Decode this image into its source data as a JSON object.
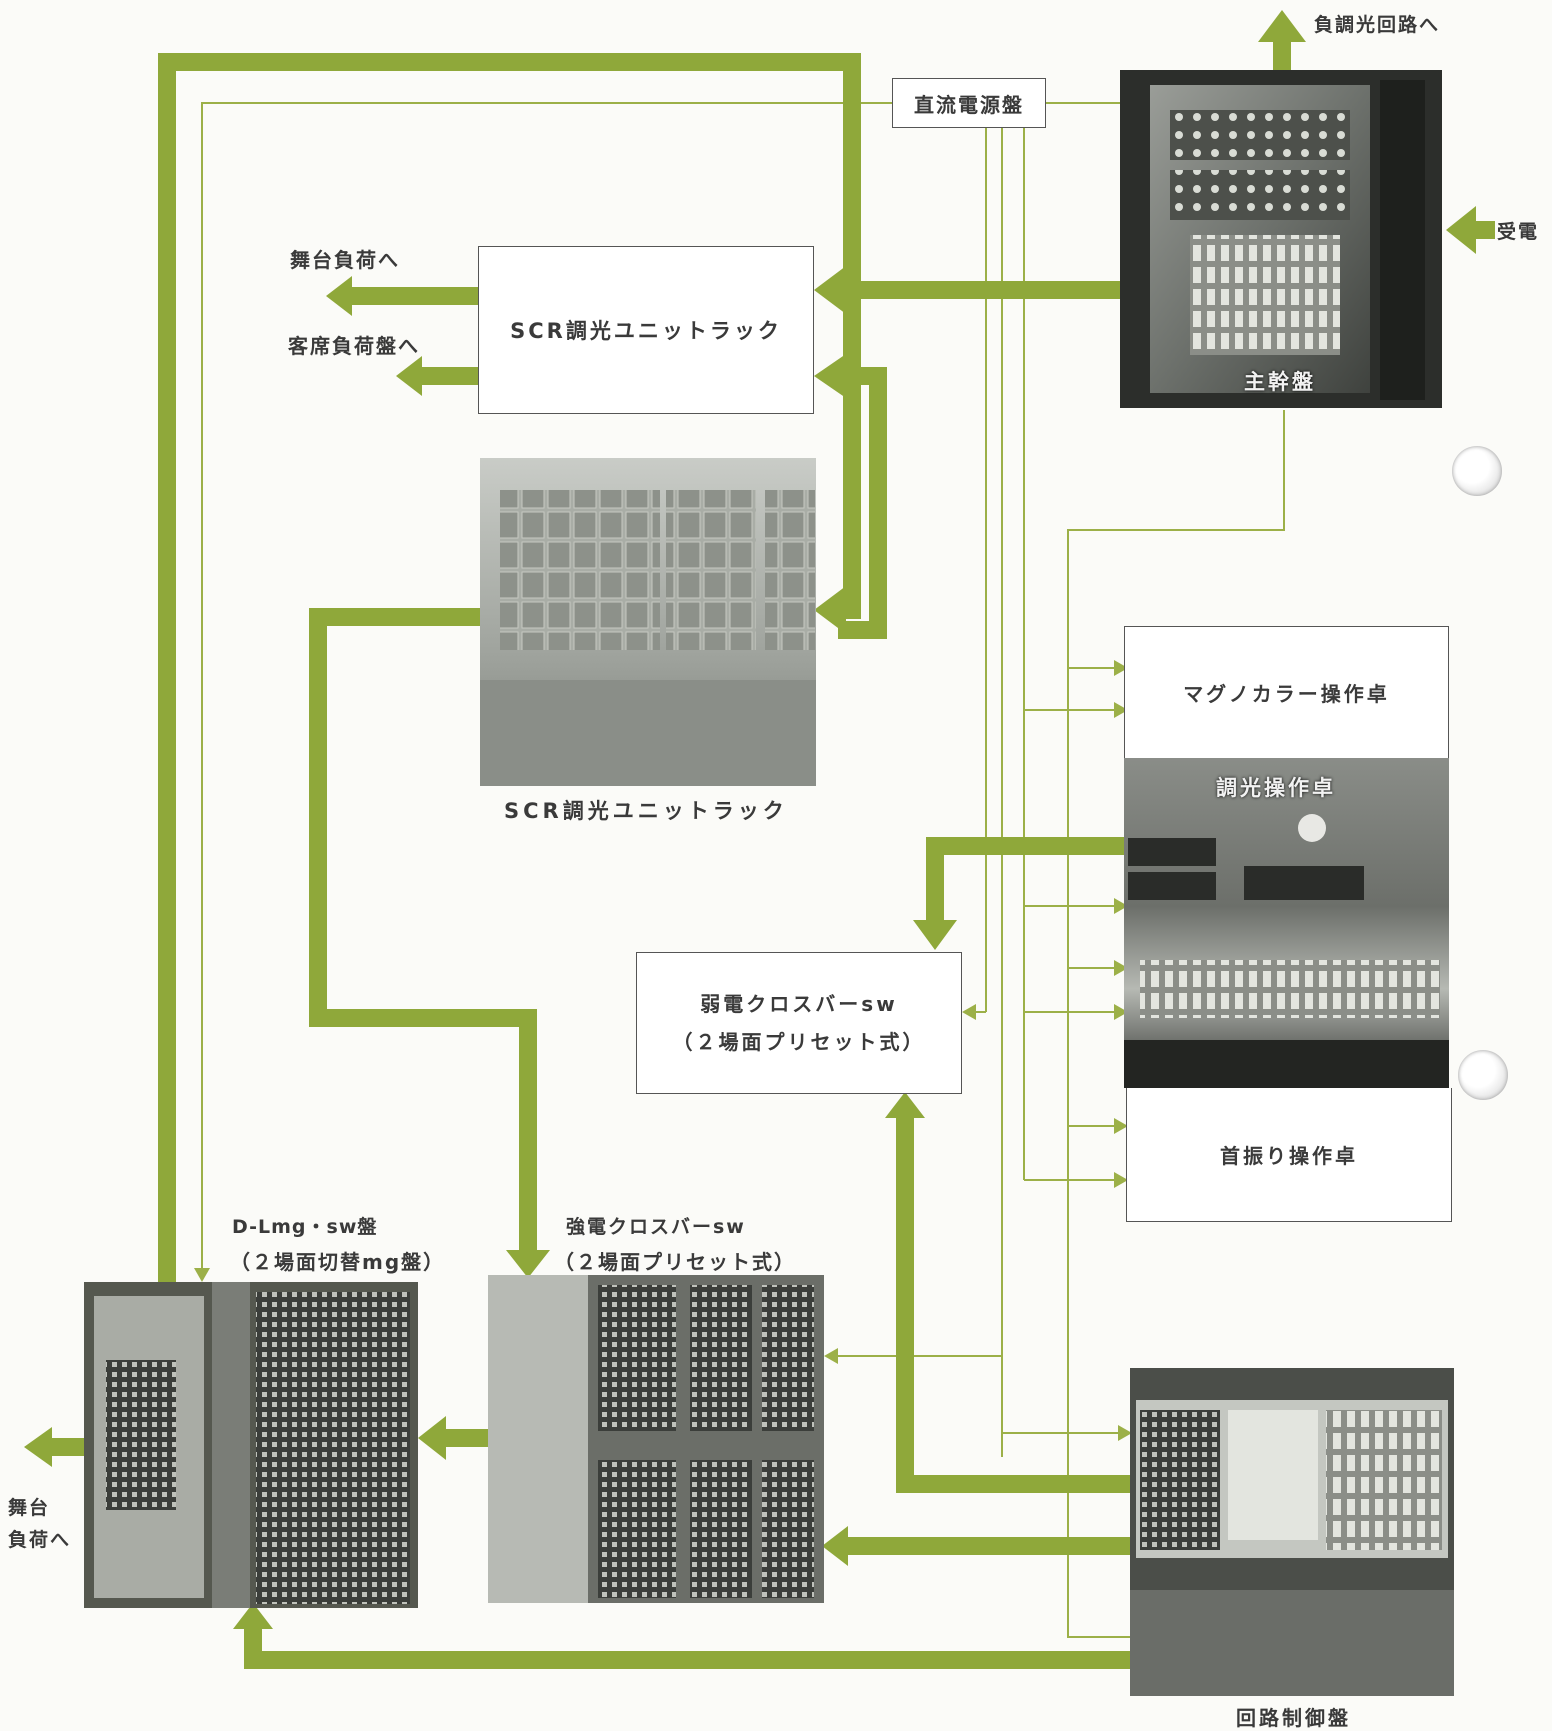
{
  "colors": {
    "thick_flow": "#8fa83a",
    "thin_line": "#9cb048",
    "box_border": "#555555",
    "photo_dark": "#3a3d3a",
    "photo_mid": "#7d817c",
    "photo_light": "#c4c7c2"
  },
  "labels": {
    "dc_power_panel": "直流電源盤",
    "to_dimmer_circuit": "負調光回路へ",
    "power_receiving": "受電",
    "main_panel": "主幹盤",
    "to_stage_load": "舞台負荷へ",
    "to_audience_load_panel": "客席負荷盤へ",
    "scr_unit_rack_box": "SCR調光ユニットラック",
    "scr_unit_rack_caption": "SCR調光ユニットラック",
    "magnocolor_console": "マグノカラー操作卓",
    "dimmer_console": "調光操作卓",
    "weak_crossbar_line1": "弱電クロスバーsw",
    "weak_crossbar_line2": "（２場面プリセット式）",
    "swivel_console": "首振り操作卓",
    "dlmg_line1": "D-Lmg・sw盤",
    "dlmg_line2": "（２場面切替mg盤）",
    "strong_crossbar_line1": "強電クロスバーsw",
    "strong_crossbar_line2": "（２場面プリセット式）",
    "stage_load_line1": "舞台",
    "stage_load_line2": "負荷へ",
    "circuit_control_panel": "回路制御盤"
  }
}
